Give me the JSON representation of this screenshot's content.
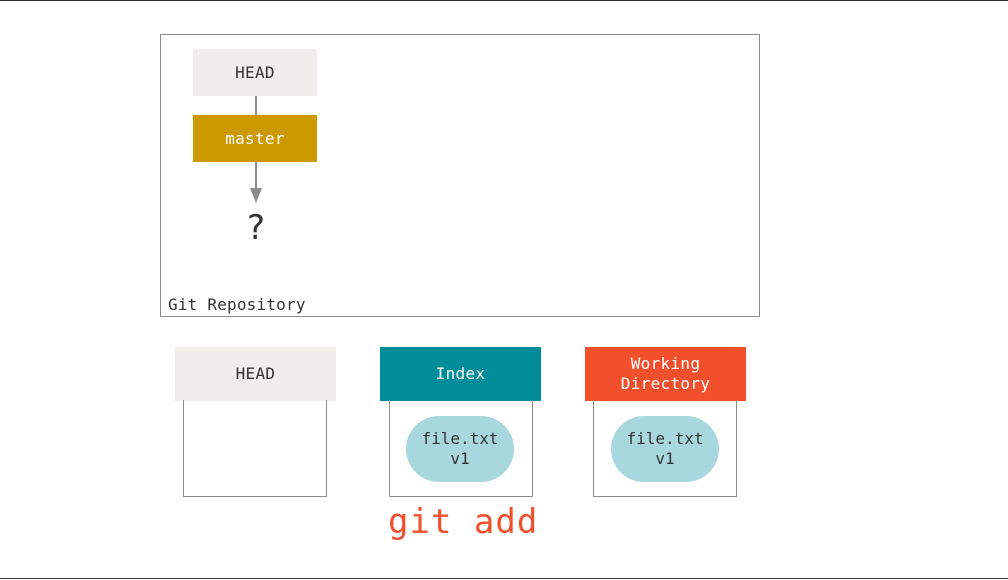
{
  "colors": {
    "head_bg": "#efeeea",
    "master_bg": "#cc9900",
    "index_bg": "#008c99",
    "working_dir_bg": "#f2502d",
    "blob_bg": "#a8d8de",
    "command_color": "#f2502d",
    "border": "#8c8c8c"
  },
  "repository": {
    "label": "Git Repository",
    "head_ref": "HEAD",
    "branch": "master",
    "commit_placeholder": "?"
  },
  "trees": {
    "head": {
      "label": "HEAD"
    },
    "index": {
      "label": "Index",
      "blob": {
        "filename": "file.txt",
        "version": "v1"
      }
    },
    "working_directory": {
      "label_line1": "Working",
      "label_line2": "Directory",
      "blob": {
        "filename": "file.txt",
        "version": "v1"
      }
    }
  },
  "command": "git add"
}
